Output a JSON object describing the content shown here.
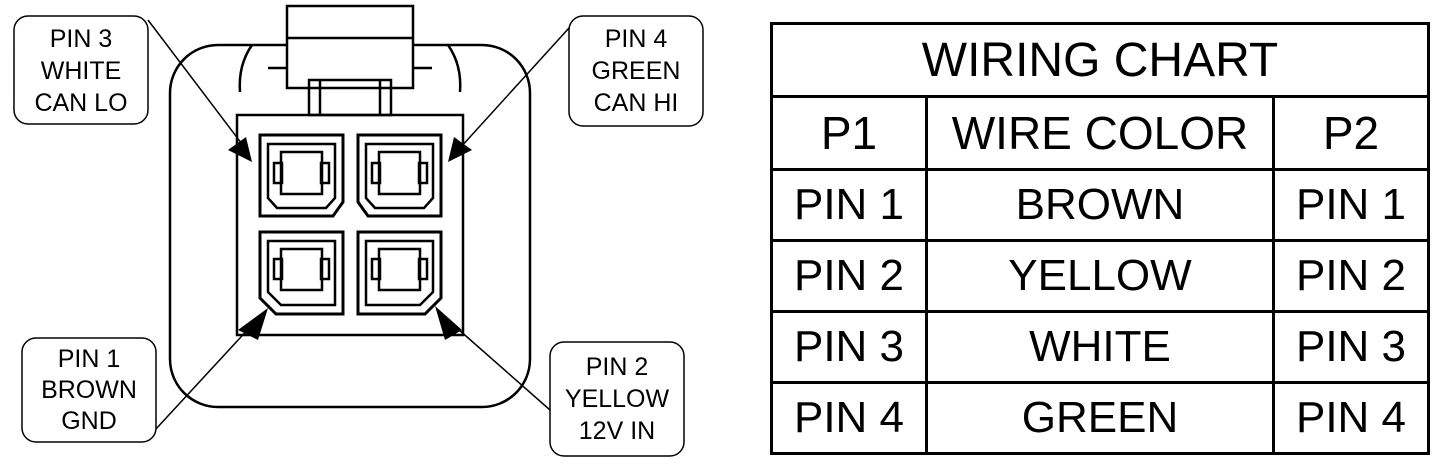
{
  "callouts": {
    "pin3": {
      "line1": "PIN 3",
      "line2": "WHITE",
      "line3": "CAN LO"
    },
    "pin4": {
      "line1": "PIN 4",
      "line2": "GREEN",
      "line3": "CAN HI"
    },
    "pin1": {
      "line1": "PIN 1",
      "line2": "BROWN",
      "line3": "GND"
    },
    "pin2": {
      "line1": "PIN 2",
      "line2": "YELLOW",
      "line3": "12V IN"
    }
  },
  "wiring_chart": {
    "title": "WIRING CHART",
    "headers": [
      "P1",
      "WIRE COLOR",
      "P2"
    ],
    "rows": [
      [
        "PIN 1",
        "BROWN",
        "PIN 1"
      ],
      [
        "PIN 2",
        "YELLOW",
        "PIN 2"
      ],
      [
        "PIN 3",
        "WHITE",
        "PIN 3"
      ],
      [
        "PIN 4",
        "GREEN",
        "PIN 4"
      ]
    ]
  },
  "colors": {
    "ink": "#000000",
    "background": "#ffffff"
  }
}
